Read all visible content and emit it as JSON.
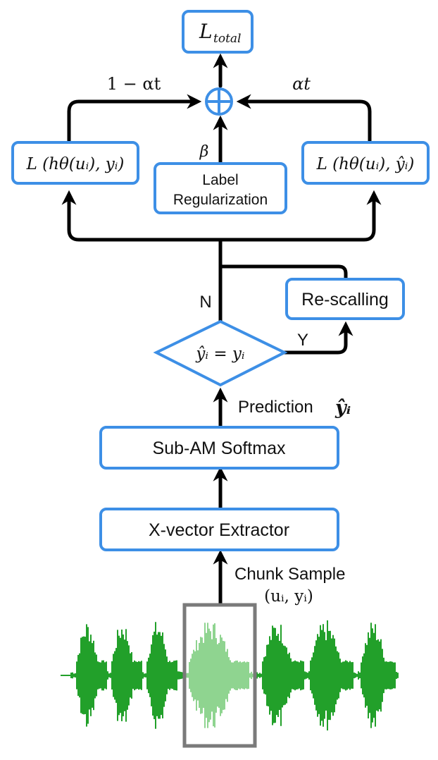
{
  "nodes": {
    "loss_total": {
      "main": "L",
      "sub": "total"
    },
    "loss_left": "L (hθ(uᵢ), yᵢ)",
    "loss_right": "L (hθ(uᵢ), ŷᵢ)",
    "label_reg": {
      "line1": "Label",
      "line2": "Regularization"
    },
    "rescaling": "Re-scalling",
    "decision": "ŷᵢ = yᵢ",
    "softmax": "Sub-AM Softmax",
    "extractor": "X-vector Extractor"
  },
  "edge_labels": {
    "left_weight": "1 − αt",
    "right_weight": "αt",
    "reg_weight": "β",
    "no": "N",
    "yes": "Y",
    "prediction_text": "Prediction",
    "prediction_symbol": "ŷᵢ",
    "chunk_text": "Chunk Sample",
    "chunk_symbol": "(uᵢ, yᵢ)"
  },
  "colors": {
    "box_border": "#3d8fe6",
    "arrow": "#000000",
    "wave_dark": "#22a02a",
    "wave_light": "#8fd490",
    "chunk_frame": "#7a7a7a"
  },
  "icons": {
    "sum": "circled-plus-icon",
    "waveform": "audio-waveform-icon"
  }
}
